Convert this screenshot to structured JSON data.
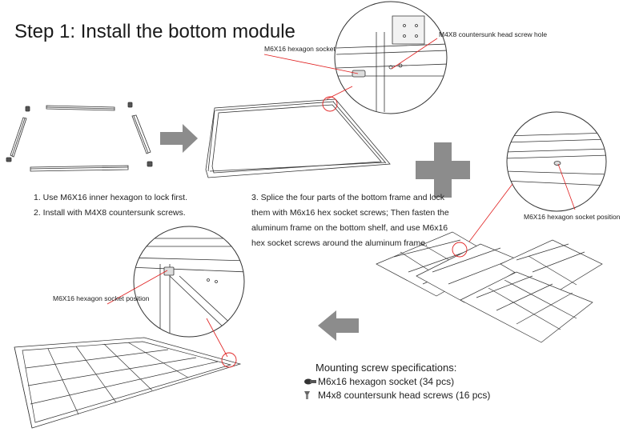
{
  "title": "Step 1: Install the bottom module",
  "callouts": {
    "top_left": "M6X16 hexagon socket",
    "top_right": "M4X8 countersunk head screw hole",
    "right": "M6X16 hexagon socket position",
    "bottom_left": "M6X16 hexagon socket position"
  },
  "instructions_left": [
    "1. Use M6X16 inner hexagon to lock first.",
    "2. Install with M4X8 countersunk screws."
  ],
  "instructions_right": [
    "3. Splice the four parts of the bottom frame and lock",
    "them with M6x16 hex socket screws; Then fasten the",
    "aluminum frame on the bottom shelf, and use M6x16",
    "hex socket screws around the aluminum frame."
  ],
  "specs": {
    "heading": "Mounting screw specifications:",
    "items": [
      {
        "icon": "hex-socket-screw-icon",
        "label": "M6x16 hexagon socket (34 pcs)"
      },
      {
        "icon": "countersunk-screw-icon",
        "label": "M4x8 countersunk head screws (16 pcs)"
      }
    ]
  },
  "colors": {
    "callout_line": "#e02020",
    "arrow": "#8c8c8c",
    "line": "#333333"
  }
}
